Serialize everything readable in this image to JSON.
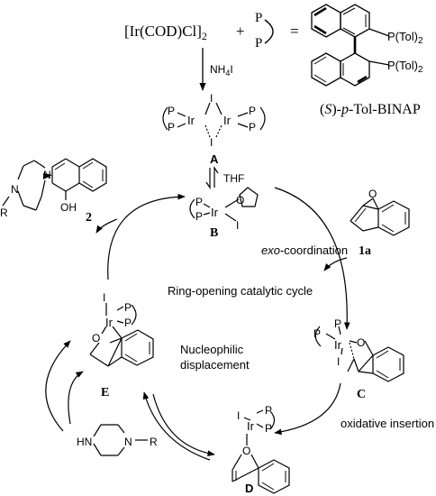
{
  "precursor": {
    "ir_complex": "[Ir(COD)Cl]",
    "ir_complex_subscript": "2",
    "plus": "+",
    "ligand_p_top": "P",
    "ligand_p_bottom": "P",
    "equals": "=",
    "binap_p_top": "P(Tol)",
    "binap_p_top_subscript": "2",
    "binap_p_bottom": "P(Tol)",
    "binap_p_bottom_subscript": "2",
    "binap_prefix": "(",
    "binap_stereo": "S",
    "binap_mid": ")-",
    "binap_p": "p",
    "binap_suffix": "-Tol-BINAP"
  },
  "arrows": {
    "nh4i": "NH",
    "nh4i_sub": "4",
    "nh4i_end": "I",
    "thf": "THF"
  },
  "dimer": {
    "label": "A",
    "ir_left": "Ir",
    "ir_right": "Ir",
    "i_top": "I",
    "i_bottom": "I",
    "p1": "P",
    "p2": "P",
    "p3": "P",
    "p4": "P"
  },
  "complex_b": {
    "label": "B",
    "ir": "Ir",
    "i": "I",
    "o": "O",
    "p1": "P",
    "p2": "P"
  },
  "substrate": {
    "label": "1a",
    "o": "O"
  },
  "product": {
    "label": "2",
    "n1": "N",
    "n2": "N",
    "r": "R",
    "oh": "OH"
  },
  "complex_c": {
    "label": "C",
    "ir": "Ir",
    "i": "I",
    "o": "O",
    "p1": "P",
    "p2": "P"
  },
  "complex_d": {
    "label": "D",
    "ir": "Ir",
    "i": "I",
    "o": "O",
    "p1": "P",
    "p2": "P"
  },
  "complex_e": {
    "label": "E",
    "ir": "Ir",
    "i": "I",
    "o": "O",
    "p1": "P",
    "p2": "P"
  },
  "amine": {
    "hn": "HN",
    "n": "N",
    "r": "R"
  },
  "cycle": {
    "title": "Ring-opening catalytic cycle",
    "exo": "exo",
    "exo_rest": "-coordination",
    "oxidative": "oxidative insertion",
    "nucleophilic_1": "Nucleophilic",
    "nucleophilic_2": "displacement"
  }
}
